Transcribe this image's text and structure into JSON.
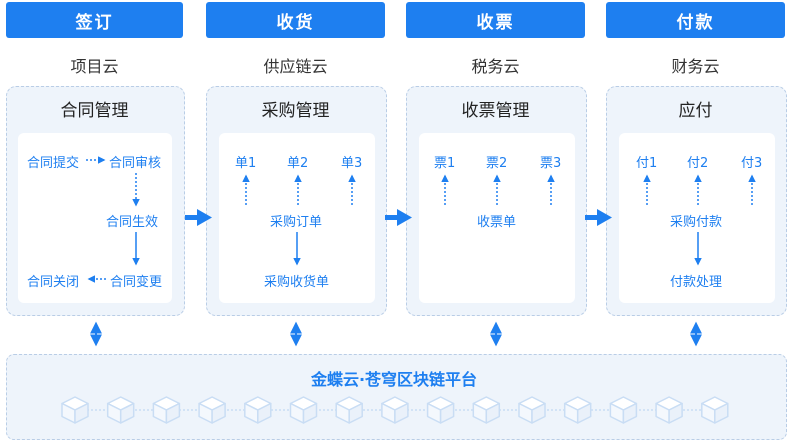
{
  "headers": [
    "签订",
    "收货",
    "收票",
    "付款"
  ],
  "clouds": [
    "项目云",
    "供应链云",
    "税务云",
    "财务云"
  ],
  "panel_titles": [
    "合同管理",
    "采购管理",
    "收票管理",
    "应付"
  ],
  "contract": {
    "submit": "合同提交",
    "review": "合同审核",
    "effective": "合同生效",
    "change": "合同变更",
    "close": "合同关闭"
  },
  "purchase": {
    "items": [
      "单1",
      "单2",
      "单3"
    ],
    "order": "采购订单",
    "receipt": "采购收货单"
  },
  "invoice": {
    "items": [
      "票1",
      "票2",
      "票3"
    ],
    "doc": "收票单"
  },
  "payable": {
    "items": [
      "付1",
      "付2",
      "付3"
    ],
    "payment": "采购付款",
    "processing": "付款处理"
  },
  "platform": {
    "title": "金蝶云·苍穹区块链平台"
  },
  "colors": {
    "accent": "#1e7ff0",
    "panel_bg": "#eef4fb",
    "panel_border": "#b9cde6",
    "block": "#c9ddf4"
  }
}
